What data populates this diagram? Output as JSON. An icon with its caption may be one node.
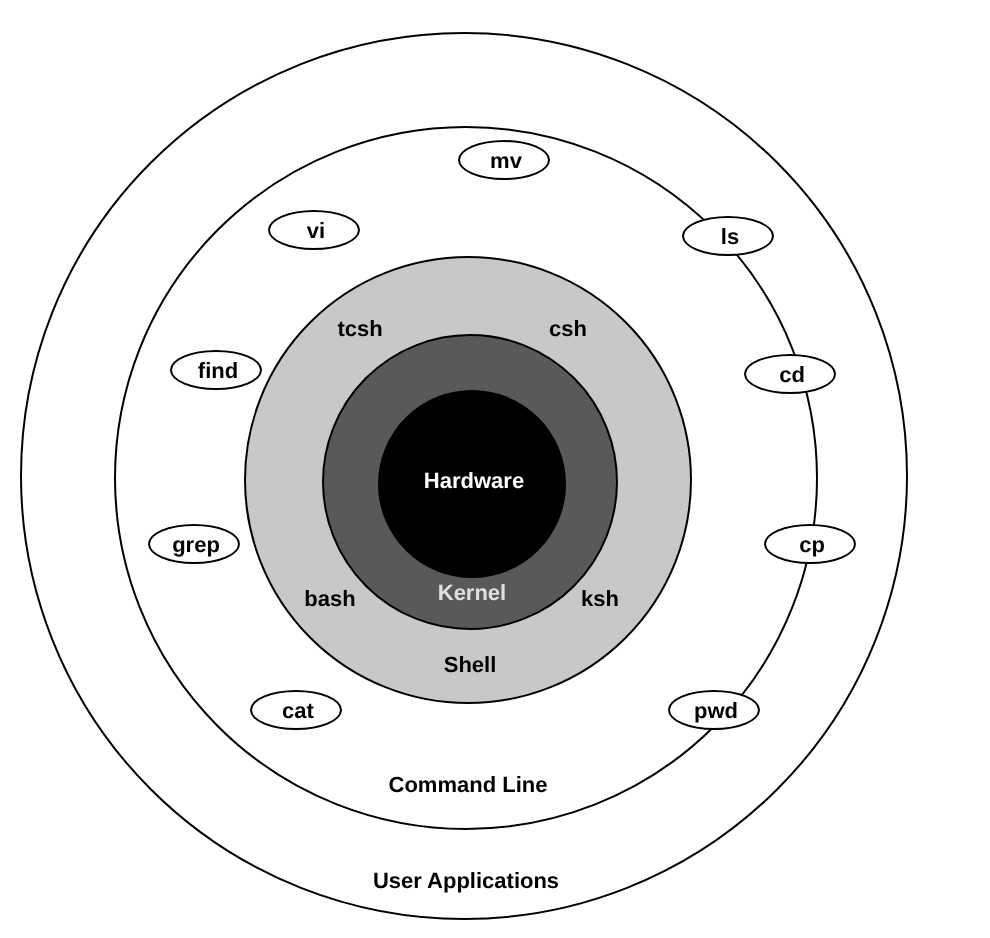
{
  "diagram": {
    "nodes": [
      {
        "text": [
          "User Applications"
        ]
      },
      {
        "text": [
          "Command Line"
        ],
        "in": 0
      },
      {
        "text": [
          "Shell"
        ],
        "in": 1
      },
      {
        "text": [
          "Kernel"
        ],
        "in": 2
      },
      {
        "text": [
          "Hardware"
        ],
        "in": 3
      },
      {
        "text": [
          "mv"
        ],
        "in": 1
      },
      {
        "text": [
          "vi"
        ],
        "in": 1
      },
      {
        "text": [
          "ls"
        ],
        "in": 1
      },
      {
        "text": [
          "find"
        ],
        "in": 1
      },
      {
        "text": [
          "cd"
        ],
        "in": 1
      },
      {
        "text": [
          "grep"
        ],
        "in": 1
      },
      {
        "text": [
          "cp"
        ],
        "in": 1
      },
      {
        "text": [
          "cat"
        ],
        "in": 1
      },
      {
        "text": [
          "pwd"
        ],
        "in": 1
      }
    ],
    "labels": [
      "tcsh",
      "csh",
      "bash",
      "ksh"
    ]
  }
}
